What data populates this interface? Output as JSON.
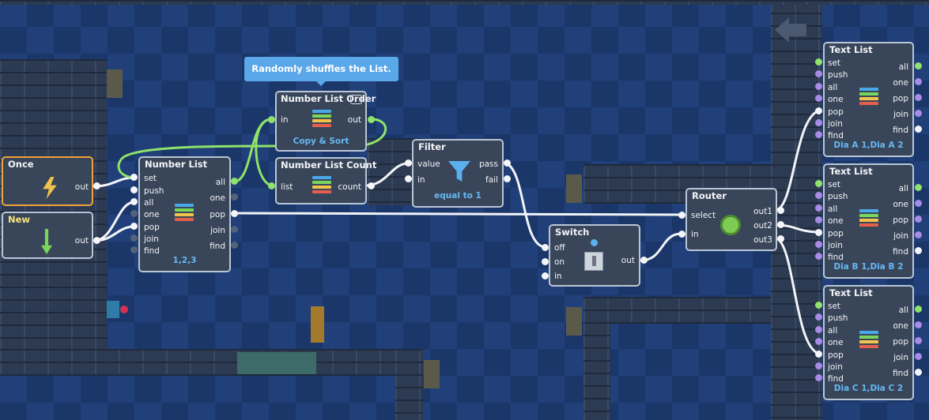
{
  "tooltip": {
    "text": "Randomly shuffles the List."
  },
  "nodes": {
    "once": {
      "title": "Once",
      "out": "out"
    },
    "new": {
      "title": "New",
      "out": "out"
    },
    "number_list": {
      "title": "Number List",
      "inputs": [
        "set",
        "push",
        "all",
        "one",
        "pop",
        "join",
        "find"
      ],
      "outputs": [
        "all",
        "one",
        "pop",
        "join",
        "find"
      ],
      "value": "1,2,3"
    },
    "number_list_order": {
      "title": "Number List Order",
      "in": "in",
      "out": "out",
      "value": "Copy & Sort"
    },
    "number_list_count": {
      "title": "Number List Count",
      "in": "list",
      "out": "count"
    },
    "filter": {
      "title": "Filter",
      "inputs": [
        "value",
        "in"
      ],
      "outputs": [
        "pass",
        "fail"
      ],
      "value": "equal to 1"
    },
    "switch": {
      "title": "Switch",
      "inputs": [
        "off",
        "on",
        "in"
      ],
      "out": "out"
    },
    "router": {
      "title": "Router",
      "inputs": [
        "select",
        "in"
      ],
      "outputs": [
        "out1",
        "out2",
        "out3"
      ]
    },
    "text_list_a": {
      "title": "Text List",
      "inputs": [
        "set",
        "push",
        "all",
        "one",
        "pop",
        "join",
        "find"
      ],
      "outputs": [
        "all",
        "one",
        "pop",
        "join",
        "find"
      ],
      "value": "Dia A 1,Dia A 2"
    },
    "text_list_b": {
      "title": "Text List",
      "inputs": [
        "set",
        "push",
        "all",
        "one",
        "pop",
        "join",
        "find"
      ],
      "outputs": [
        "all",
        "one",
        "pop",
        "join",
        "find"
      ],
      "value": "Dia B 1,Dia B 2"
    },
    "text_list_c": {
      "title": "Text List",
      "inputs": [
        "set",
        "push",
        "all",
        "one",
        "pop",
        "join",
        "find"
      ],
      "outputs": [
        "all",
        "one",
        "pop",
        "join",
        "find"
      ],
      "value": "Dia C 1,Dia C 2"
    }
  },
  "icons": {
    "once": "lightning-bolt-icon",
    "new": "down-arrow-icon",
    "list": "list-stack-icon",
    "filter": "funnel-icon",
    "switch": "toggle-switch-icon",
    "router": "router-arrow-icon",
    "comment": "comment-bubble-icon"
  },
  "colors": {
    "wire": "#f2f4f8",
    "active_wire": "#8fe36a",
    "selection": "#f0a33c",
    "value_text": "#67b8f2",
    "tooltip": "#5aa7ea"
  }
}
